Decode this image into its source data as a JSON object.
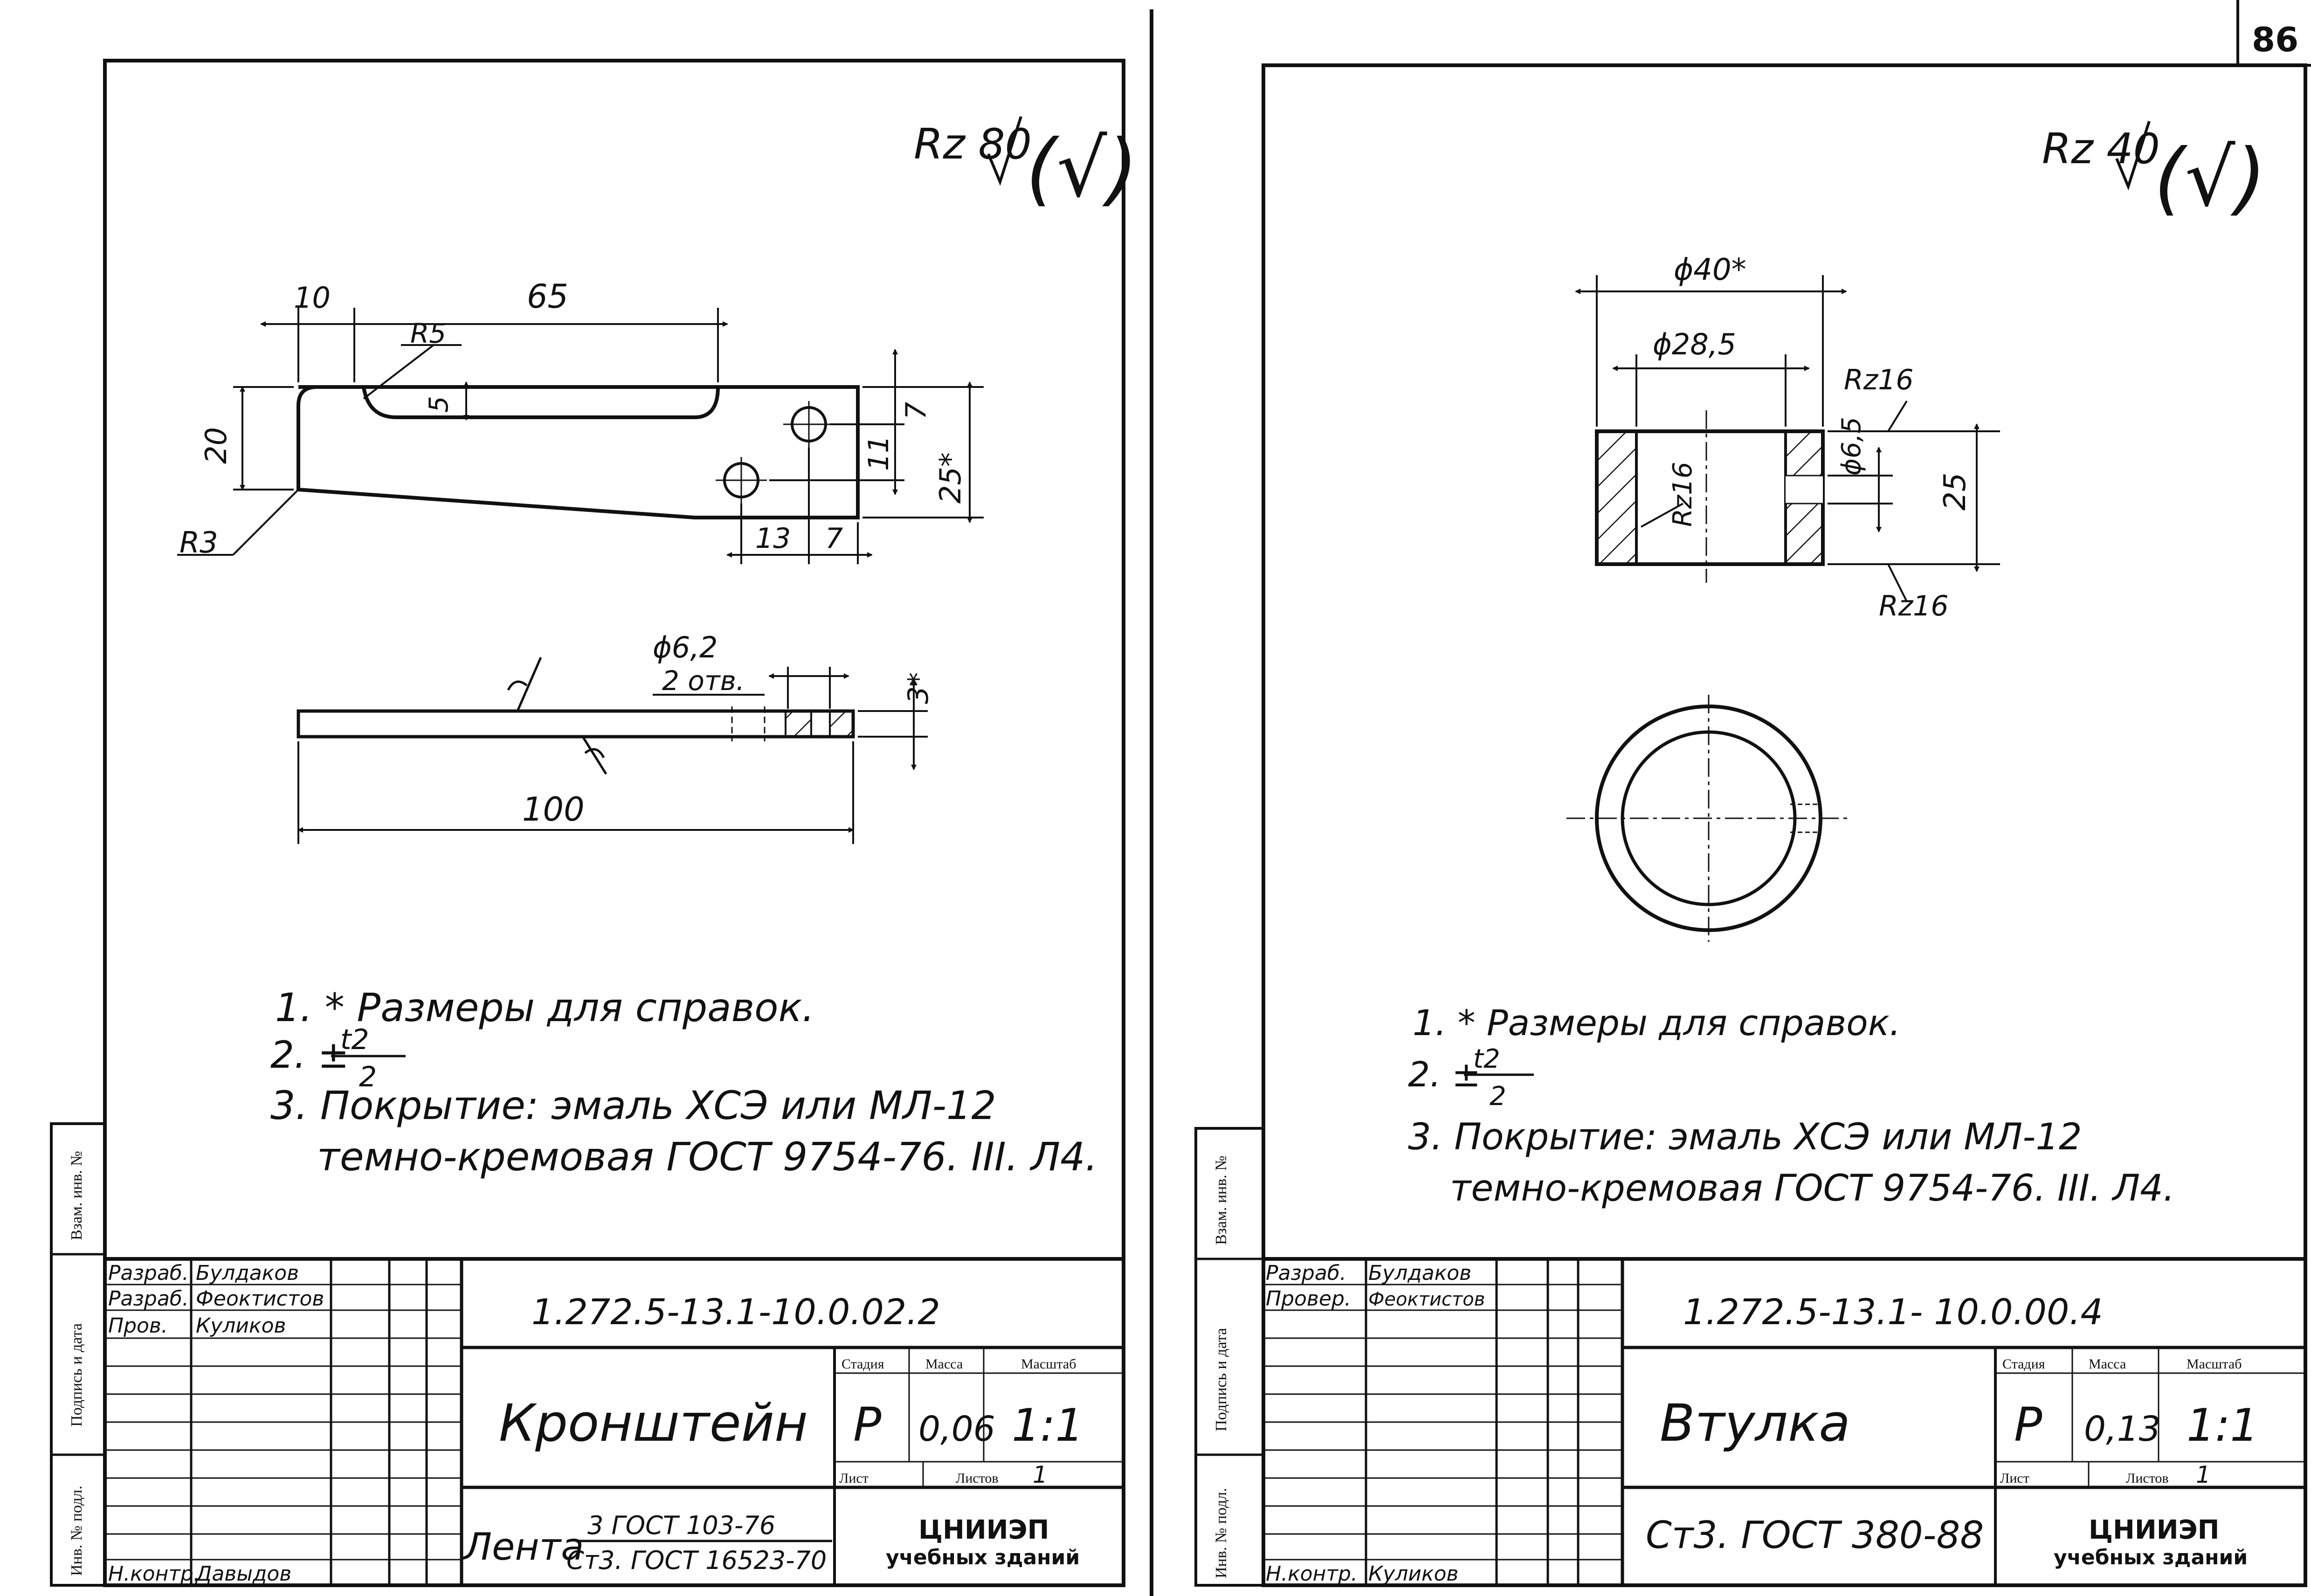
{
  "page_number": "86",
  "left_sheet": {
    "roughness": "Rz 80",
    "roughness_paren": "(√)",
    "dims": {
      "d10": "10",
      "d65": "65",
      "r5": "R5",
      "d5": "5",
      "d20": "20",
      "r3": "R3",
      "d7a": "7",
      "d11": "11",
      "d25": "25*",
      "d13": "13",
      "d7b": "7",
      "hole": "ϕ6,2",
      "holes_count": "2 отв.",
      "d3": "3*",
      "d100": "100"
    },
    "notes": {
      "n1": "1. * Размеры для справок.",
      "n2_prefix": "2. ±",
      "n2_num": "t2",
      "n2_den": "2",
      "n3_line1": "3. Покрытие: эмаль ХСЭ или  МЛ-12",
      "n3_line2": "темно-кремовая  ГОСТ 9754-76. III. Л4."
    },
    "title_block": {
      "role1": "Разраб.",
      "name1": "Булдаков",
      "role2": "Разраб.",
      "name2": "Феоктистов",
      "role3": "Пров.",
      "name3": "Куликов",
      "role4": "Н.контр.",
      "name4": "Давыдов",
      "doc_number": "1.272.5-13.1-10.0.02.2",
      "part_name": "Кронштейн",
      "col_stage": "Стадия",
      "col_mass": "Масса",
      "col_scale": "Масштаб",
      "stage": "Р",
      "mass": "0,06",
      "scale": "1:1",
      "sheet_label": "Лист",
      "sheets_label": "Листов",
      "sheets": "1",
      "material_prefix": "Лента",
      "material_top": "3 ГОСТ 103-76",
      "material_bottom": "Ст3. ГОСТ 16523-70",
      "org_line1": "ЦНИИЭП",
      "org_line2": "учебных зданий"
    }
  },
  "right_sheet": {
    "roughness": "Rz 40",
    "roughness_paren": "(√)",
    "dims": {
      "d40": "ϕ40*",
      "d28": "ϕ28,5",
      "rz16a": "Rz16",
      "rz16b": "Rz16",
      "rz16c": "Rz16",
      "d65": "ϕ6,5",
      "d25": "25"
    },
    "notes": {
      "n1": "1. * Размеры для справок.",
      "n2_prefix": "2. ±",
      "n2_num": "t2",
      "n2_den": "2",
      "n3_line1": "3. Покрытие: эмаль ХСЭ или  МЛ-12",
      "n3_line2": "темно-кремовая  ГОСТ 9754-76. III. Л4."
    },
    "title_block": {
      "role1": "Разраб.",
      "name1": "Булдаков",
      "role2": "Провер.",
      "name2": "Феоктистов",
      "role4": "Н.контр.",
      "name4": "Куликов",
      "doc_number": "1.272.5-13.1- 10.0.00.4",
      "part_name": "Втулка",
      "col_stage": "Стадия",
      "col_mass": "Масса",
      "col_scale": "Масштаб",
      "stage": "Р",
      "mass": "0,13",
      "scale": "1:1",
      "sheet_label": "Лист",
      "sheets_label": "Листов",
      "sheets": "1",
      "material": "Ст3. ГОСТ 380-88",
      "org_line1": "ЦНИИЭП",
      "org_line2": "учебных зданий"
    }
  },
  "side_stamps": {
    "vzam": "Взам. инв. №",
    "podp": "Подпись и дата",
    "inv": "Инв. № подл."
  }
}
